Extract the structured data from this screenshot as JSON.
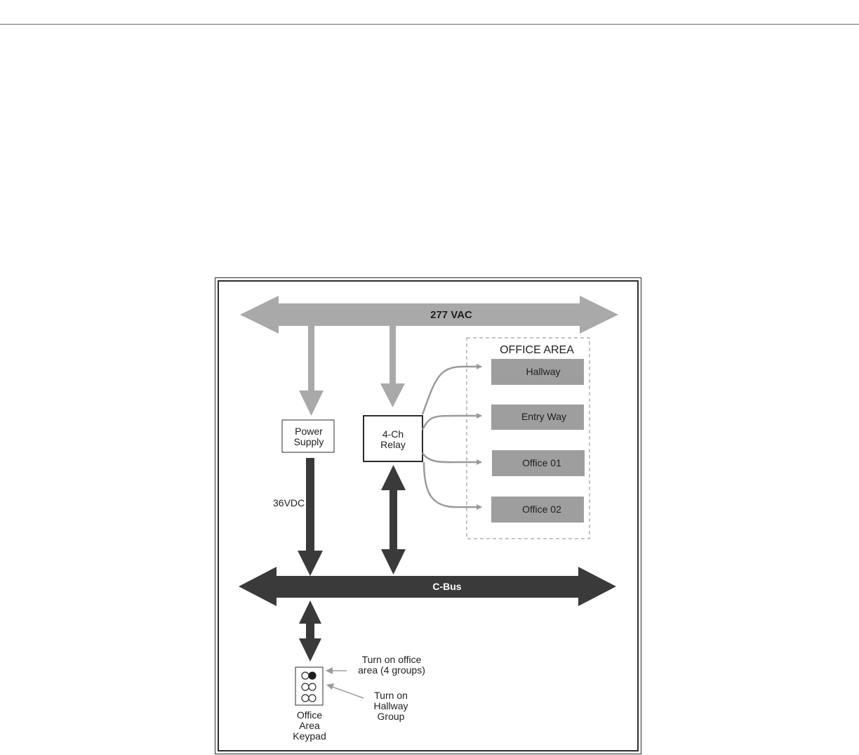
{
  "diagram": {
    "ac_bus_label": "277 VAC",
    "cbus_label": "C-Bus",
    "office_area_title": "OFFICE AREA",
    "power_supply": [
      "Power",
      "Supply"
    ],
    "relay": [
      "4-Ch",
      "Relay"
    ],
    "voltage_label": "36VDC",
    "loads": [
      "Hallway",
      "Entry Way",
      "Office 01",
      "Office 02"
    ],
    "keypad_label": [
      "Office",
      "Area",
      "Keypad"
    ],
    "annotation_office": [
      "Turn on office",
      "area (4 groups)"
    ],
    "annotation_hallway": [
      "Turn on",
      "Hallway",
      "Group"
    ]
  },
  "colors": {
    "ac_bus": "#a9a9a9",
    "cbus": "#3a3a3a",
    "load_box": "#9e9e9e",
    "line": "#2b2b2b"
  }
}
